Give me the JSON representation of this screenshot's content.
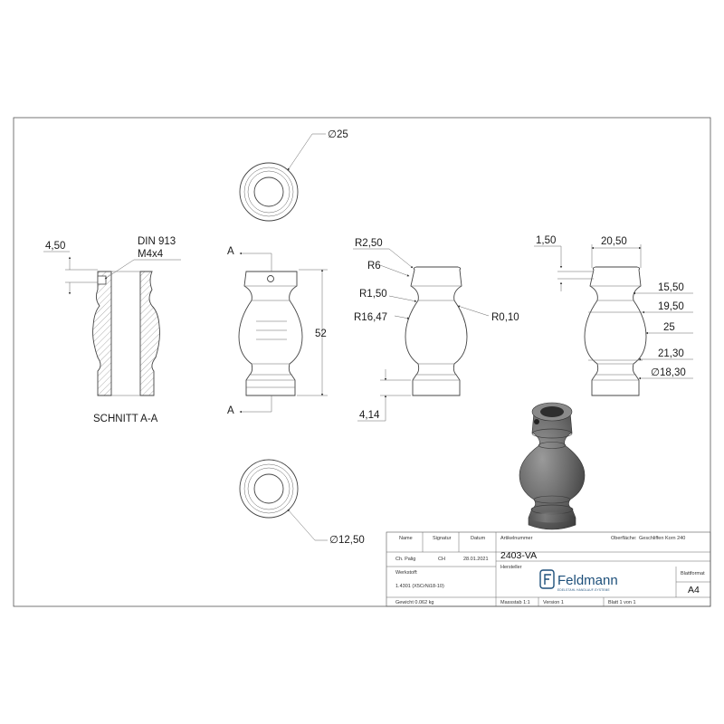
{
  "section": {
    "cut_marker": "A",
    "title": "SCHNITT A-A",
    "screw_norm": "DIN 913",
    "screw_size": "M4x4",
    "screw_offset": "4,50"
  },
  "front_view": {
    "height": "52"
  },
  "top_view": {
    "outer_diameter": "∅25"
  },
  "bottom_view": {
    "bore_diameter": "∅12,50"
  },
  "radius_view": {
    "r1": "R2,50",
    "r2": "R6",
    "r3": "R1,50",
    "r4": "R16,47",
    "r5": "R0,10",
    "base_offset": "4,14"
  },
  "diameter_view": {
    "d_top_offset": "1,50",
    "d_top": "20,50",
    "d_neck": "15,50",
    "d_ring": "19,50",
    "d_belly": "25",
    "d_lower": "21,30",
    "d_bottom": "∅18,30"
  },
  "title_block": {
    "h_name": "Name",
    "h_signature": "Signatur",
    "h_date": "Datum",
    "name": "Ch. Palig",
    "signature": "CH",
    "date": "28.01.2021",
    "h_article": "Artikelnummer",
    "article": "2403-VA",
    "h_surface": "Oberfläche:",
    "surface": "Geschliffen Korn 240",
    "h_material": "Werkstoff:",
    "material": "1.4301 (X5CrNi18-10)",
    "h_maker": "Hersteller",
    "brand": "Feldmann",
    "brand_tagline": "EDELSTAHL HANDLAUF-SYSTEME",
    "h_format": "Blattformat",
    "format": "A4",
    "weight": "Gewicht 0.062 kg",
    "scale": "Massstab 1:1",
    "version": "Version 1",
    "sheet": "Blatt 1 von 1"
  },
  "colors": {
    "line": "#444444",
    "logo": "#1d4f7a",
    "render_body": "#6b6b6b"
  }
}
